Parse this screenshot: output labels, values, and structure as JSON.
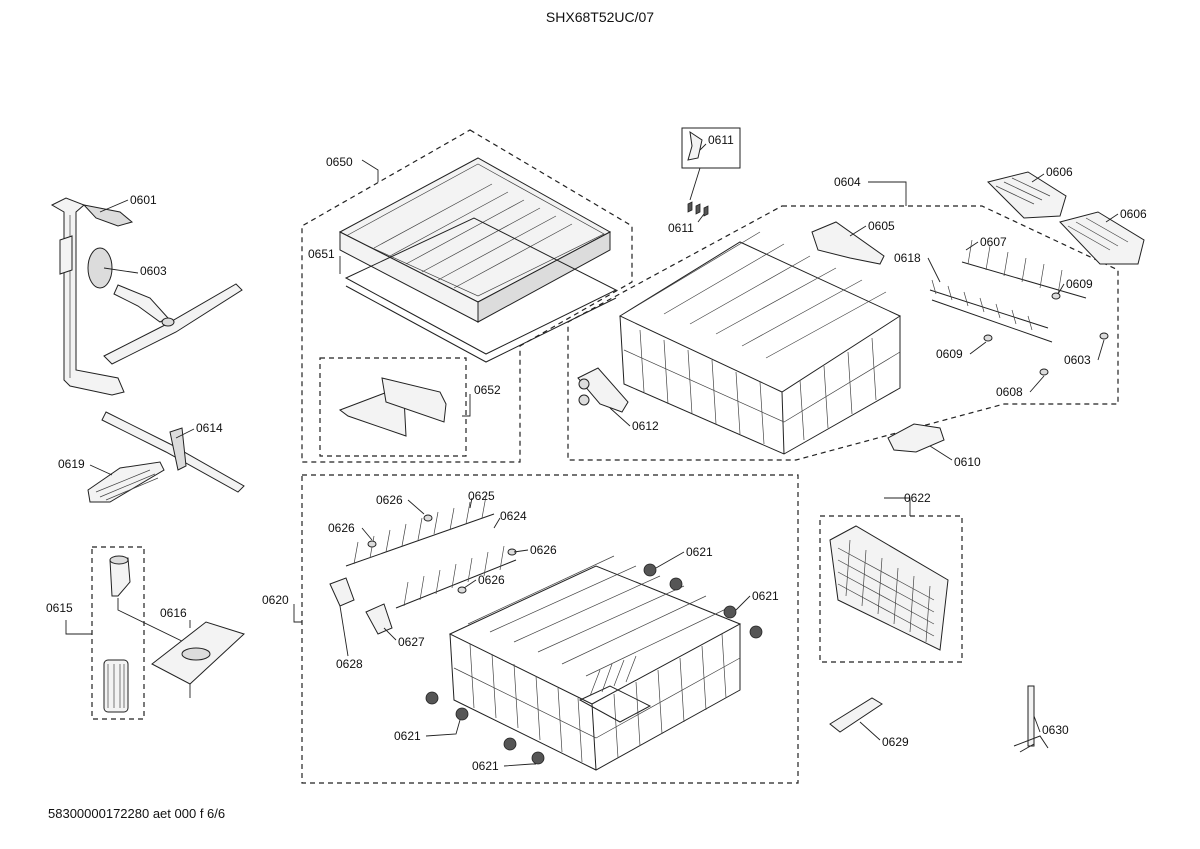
{
  "model": "SHX68T52UC/07",
  "footer": "58300000172280 aet 000 f 6/6",
  "callouts": {
    "c0601": "0601",
    "c0603a": "0603",
    "c0614": "0614",
    "c0619": "0619",
    "c0615": "0615",
    "c0616": "0616",
    "c0650": "0650",
    "c0651": "0651",
    "c0652": "0652",
    "c0611a": "0611",
    "c0611b": "0611",
    "c0604": "0604",
    "c0605": "0605",
    "c0606a": "0606",
    "c0606b": "0606",
    "c0618": "0618",
    "c0607": "0607",
    "c0609a": "0609",
    "c0609b": "0609",
    "c0603b": "0603",
    "c0608": "0608",
    "c0612": "0612",
    "c0610": "0610",
    "c0626a": "0626",
    "c0625": "0625",
    "c0626b": "0626",
    "c0624": "0624",
    "c0626c": "0626",
    "c0626d": "0626",
    "c0620": "0620",
    "c0621a": "0621",
    "c0621b": "0621",
    "c0627": "0627",
    "c0628": "0628",
    "c0621c": "0621",
    "c0621d": "0621",
    "c0622": "0622",
    "c0629": "0629",
    "c0630": "0630"
  }
}
